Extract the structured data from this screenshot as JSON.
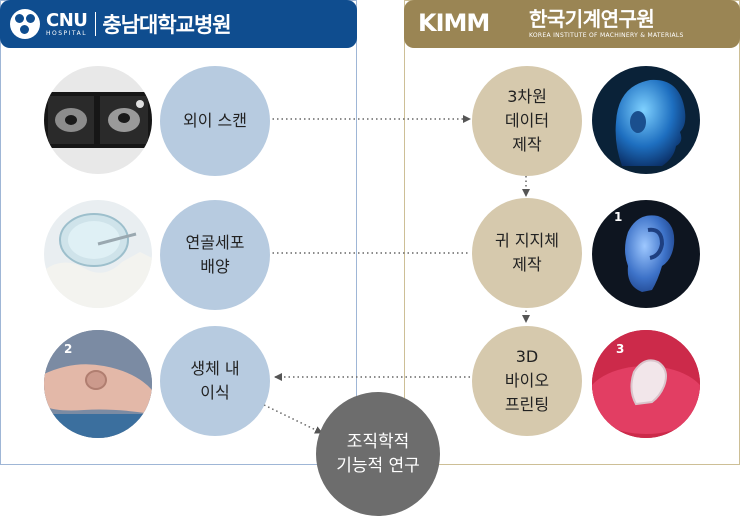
{
  "left_header": {
    "logo_text": "CNU",
    "logo_sub": "HOSPITAL",
    "title": "충남대학교병원"
  },
  "right_header": {
    "logo_text": "KIMM",
    "title": "한국기계연구원",
    "subtitle": "KOREA INSTITUTE OF MACHINERY & MATERIALS"
  },
  "left_steps": [
    {
      "lines": [
        "외이 스캔"
      ]
    },
    {
      "lines": [
        "연골세포",
        "배양"
      ]
    },
    {
      "lines": [
        "생체 내",
        "이식"
      ]
    }
  ],
  "right_steps": [
    {
      "lines": [
        "3차원",
        "데이터",
        "제작"
      ]
    },
    {
      "lines": [
        "귀 지지체",
        "제작"
      ]
    },
    {
      "lines": [
        "3D",
        "바이오",
        "프린팅"
      ]
    }
  ],
  "final_step": {
    "lines": [
      "조직학적",
      "기능적 연구"
    ]
  },
  "photo_labels": {
    "ear_model": "1",
    "rat_implant": "2",
    "printed_ear": "3"
  },
  "colors": {
    "cnu_blue": "#0f4d8f",
    "kimm_gold": "#9a8554",
    "left_node": "#b7cbe0",
    "right_node": "#d6c9ad",
    "final_node": "#6d6d6d"
  }
}
